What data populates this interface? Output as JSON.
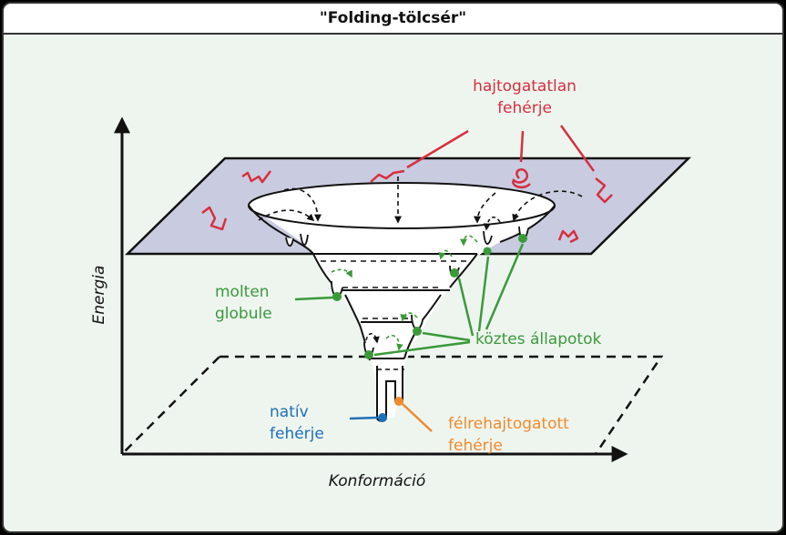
{
  "title": "\"Folding-tölcsér\"",
  "axes": {
    "y_label": "Energia",
    "x_label": "Konformáció"
  },
  "labels": {
    "unfolded_line1": "hajtogatatlan",
    "unfolded_line2": "fehérje",
    "molten_line1": "molten",
    "molten_line2": "globule",
    "intermediates": "köztes állapotok",
    "native_line1": "natív",
    "native_line2": "fehérje",
    "misfolded_line1": "félrehajtogatott",
    "misfolded_line2": "fehérje"
  },
  "colors": {
    "background": "#eef5ef",
    "plane": "#c9cbe0",
    "unfolded": "#d62f3f",
    "intermediate": "#3a9a3a",
    "native": "#1f6fb8",
    "misfolded": "#f08a2c",
    "line": "#111111"
  }
}
